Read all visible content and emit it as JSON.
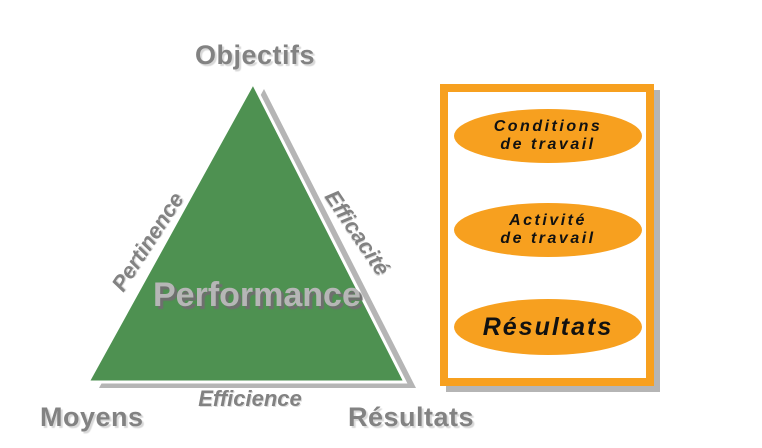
{
  "colors": {
    "triangle_green": "#4E9151",
    "shadow_gray": "#b5b5b5",
    "panel_orange": "#F7A01F",
    "label_gray": "#828282",
    "performance_gray": "#b6b6b6",
    "ellipse_text": "#111111"
  },
  "triangle": {
    "apex_label": "Objectifs",
    "bottom_left_label": "Moyens",
    "bottom_right_label": "Résultats",
    "left_edge_label": "Pertinence",
    "right_edge_label": "Efficacité",
    "bottom_edge_label": "Efficience",
    "center_label": "Performance"
  },
  "panel": {
    "ellipses": [
      {
        "line1": "Conditions",
        "line2": "de travail"
      },
      {
        "line1": "Activité",
        "line2": "de travail"
      },
      {
        "line1": "Résultats"
      }
    ]
  }
}
